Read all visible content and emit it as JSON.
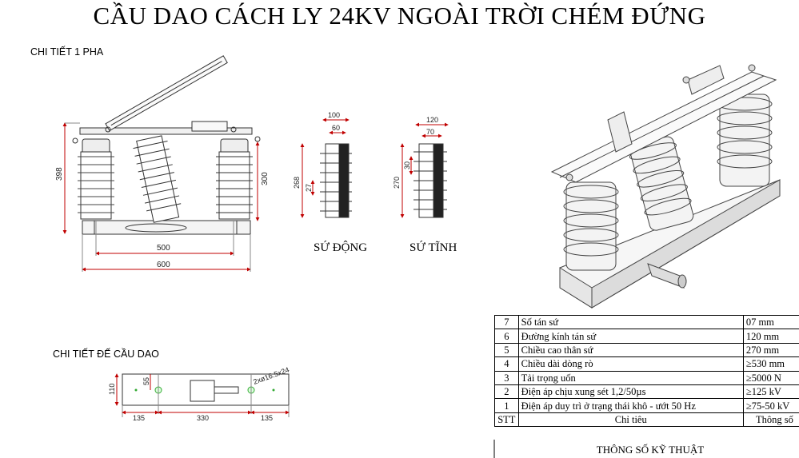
{
  "title": "CẦU DAO CÁCH LY 24KV NGOÀI TRỜI CHÉM ĐỨNG",
  "section_phase": "CHI TIẾT 1 PHA",
  "section_base": "CHI TIẾT ĐẾ CẦU DAO",
  "label_moving": "SỨ ĐỘNG",
  "label_fixed": "SỨ TĨNH",
  "dims_phase": {
    "height": "398",
    "insulator_h": "300",
    "span": "500",
    "base_w": "600"
  },
  "dims_moving": {
    "width_top": "100",
    "width_inner": "60",
    "height": "268",
    "sub": "27"
  },
  "dims_fixed": {
    "width_top": "120",
    "width_inner": "70",
    "height": "270",
    "sub": "30"
  },
  "dims_base": {
    "height": "110",
    "slot": "55",
    "left": "135",
    "middle": "330",
    "right": "135",
    "hole": "2xø16.5x24"
  },
  "specs": {
    "header": {
      "stt": "STT",
      "criterion": "Chỉ tiêu",
      "value": "Thông số"
    },
    "rows": [
      {
        "stt": "7",
        "criterion": "Số tán sứ",
        "value": "07 mm"
      },
      {
        "stt": "6",
        "criterion": "Đường kính tán sứ",
        "value": "120 mm"
      },
      {
        "stt": "5",
        "criterion": "Chiều cao thân sứ",
        "value": "270 mm"
      },
      {
        "stt": "4",
        "criterion": "Chiều dài dòng rò",
        "value": "≥530 mm"
      },
      {
        "stt": "3",
        "criterion": "Tải trọng uốn",
        "value": "≥5000 N"
      },
      {
        "stt": "2",
        "criterion": "Điện áp chịu xung sét 1,2/50µs",
        "value": "≥125 kV"
      },
      {
        "stt": "1",
        "criterion": "Điện áp duy trì ở trạng thái khô - ướt 50 Hz",
        "value": "≥75-50 kV"
      }
    ],
    "caption": "THÔNG SỐ KỸ THUẬT"
  }
}
